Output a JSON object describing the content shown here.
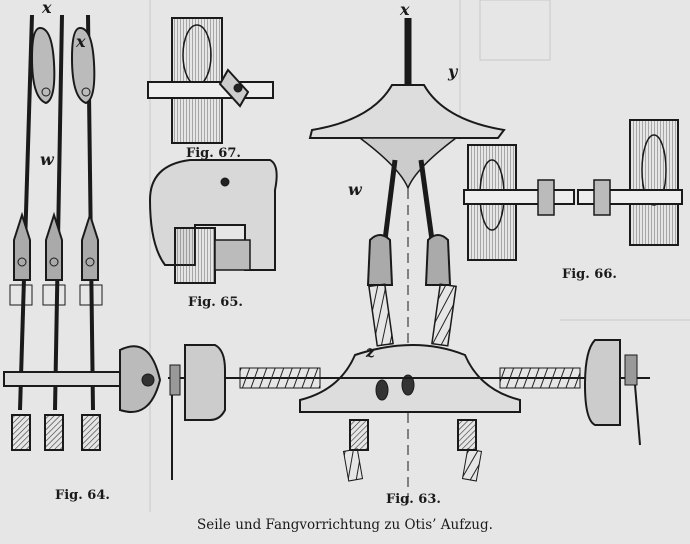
{
  "letters": {
    "x1": "x",
    "x2": "x",
    "x3": "x",
    "w1": "w",
    "w2": "w",
    "y": "y",
    "z": "z"
  },
  "figures": {
    "fig64": "Fig. 64.",
    "fig65": "Fig. 65.",
    "fig66": "Fig. 66.",
    "fig67": "Fig. 67.",
    "fig63": "Fig. 63."
  },
  "caption": "Seile und Fangvorrichtung zu Otis’ Aufzug.",
  "colors": {
    "paper": "#e6e6e6",
    "ink": "#1a1a1a",
    "bleed": "#8a8a8a"
  }
}
